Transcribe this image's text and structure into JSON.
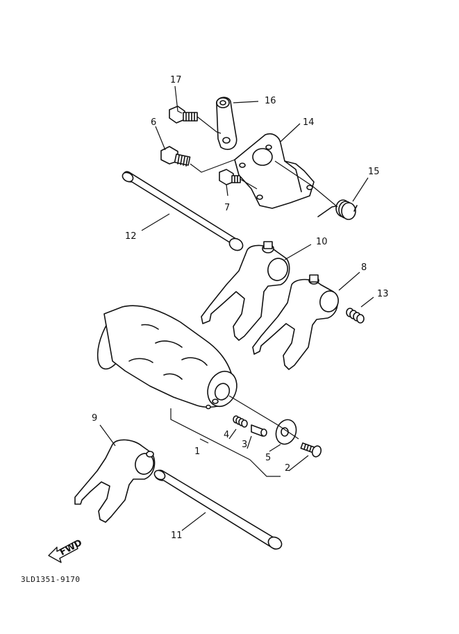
{
  "diagram": {
    "reference_code": "3LD1351-9170",
    "fwd_label": "FWD",
    "callouts": {
      "p1": "1",
      "p2": "2",
      "p3": "3",
      "p4": "4",
      "p5": "5",
      "p6": "6",
      "p7": "7",
      "p8": "8",
      "p9": "9",
      "p10": "10",
      "p11": "11",
      "p12": "12",
      "p13": "13",
      "p14": "14",
      "p15": "15",
      "p16": "16",
      "p17": "17"
    }
  }
}
